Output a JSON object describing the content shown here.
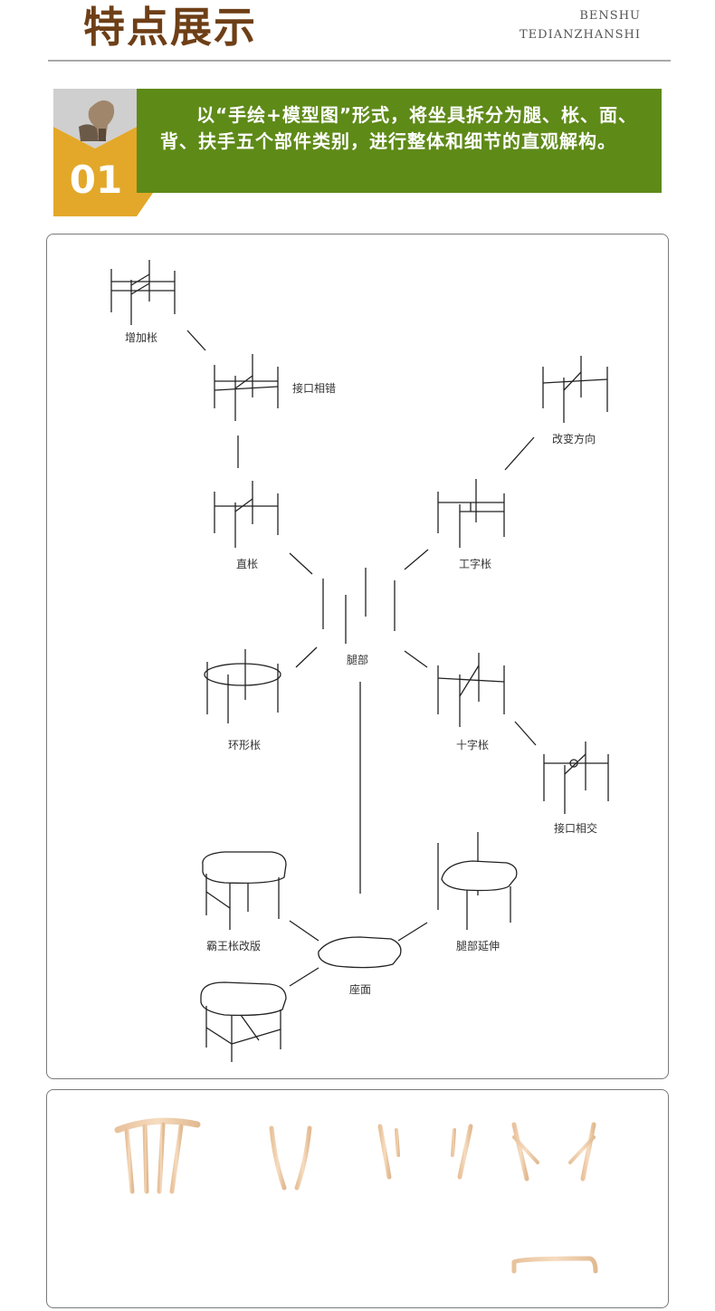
{
  "header": {
    "title": "特点展示",
    "sub_line_1": "BENSHU",
    "sub_line_2": "TEDIANZHANSHI"
  },
  "feature": {
    "number": "01",
    "text": "以“手绘+模型图”形式，将坐具拆分为腿、枨、面、背、扶手五个部件类别，进行整体和细节的直观解构。"
  },
  "diagram": {
    "labels": {
      "zengjiacheng": "增加枨",
      "jiekouxiangcuo": "接口相错",
      "gaibianfangxiang": "改变方向",
      "zhicheng": "直枨",
      "gongzicheng": "工字枨",
      "tuibu": "腿部",
      "huanxingcheng": "环形枨",
      "shizicheng": "十字枨",
      "jiekouxiangjiao": "接口相交",
      "bawangcheng": "霸王枨改版",
      "tuibuyanshen": "腿部延伸",
      "zuomian": "座面"
    }
  },
  "colors": {
    "title_brown": "#6e3f17",
    "banner_green": "#5e8a18",
    "badge_gold": "#e3a82a",
    "wood": "#f1cfae"
  }
}
